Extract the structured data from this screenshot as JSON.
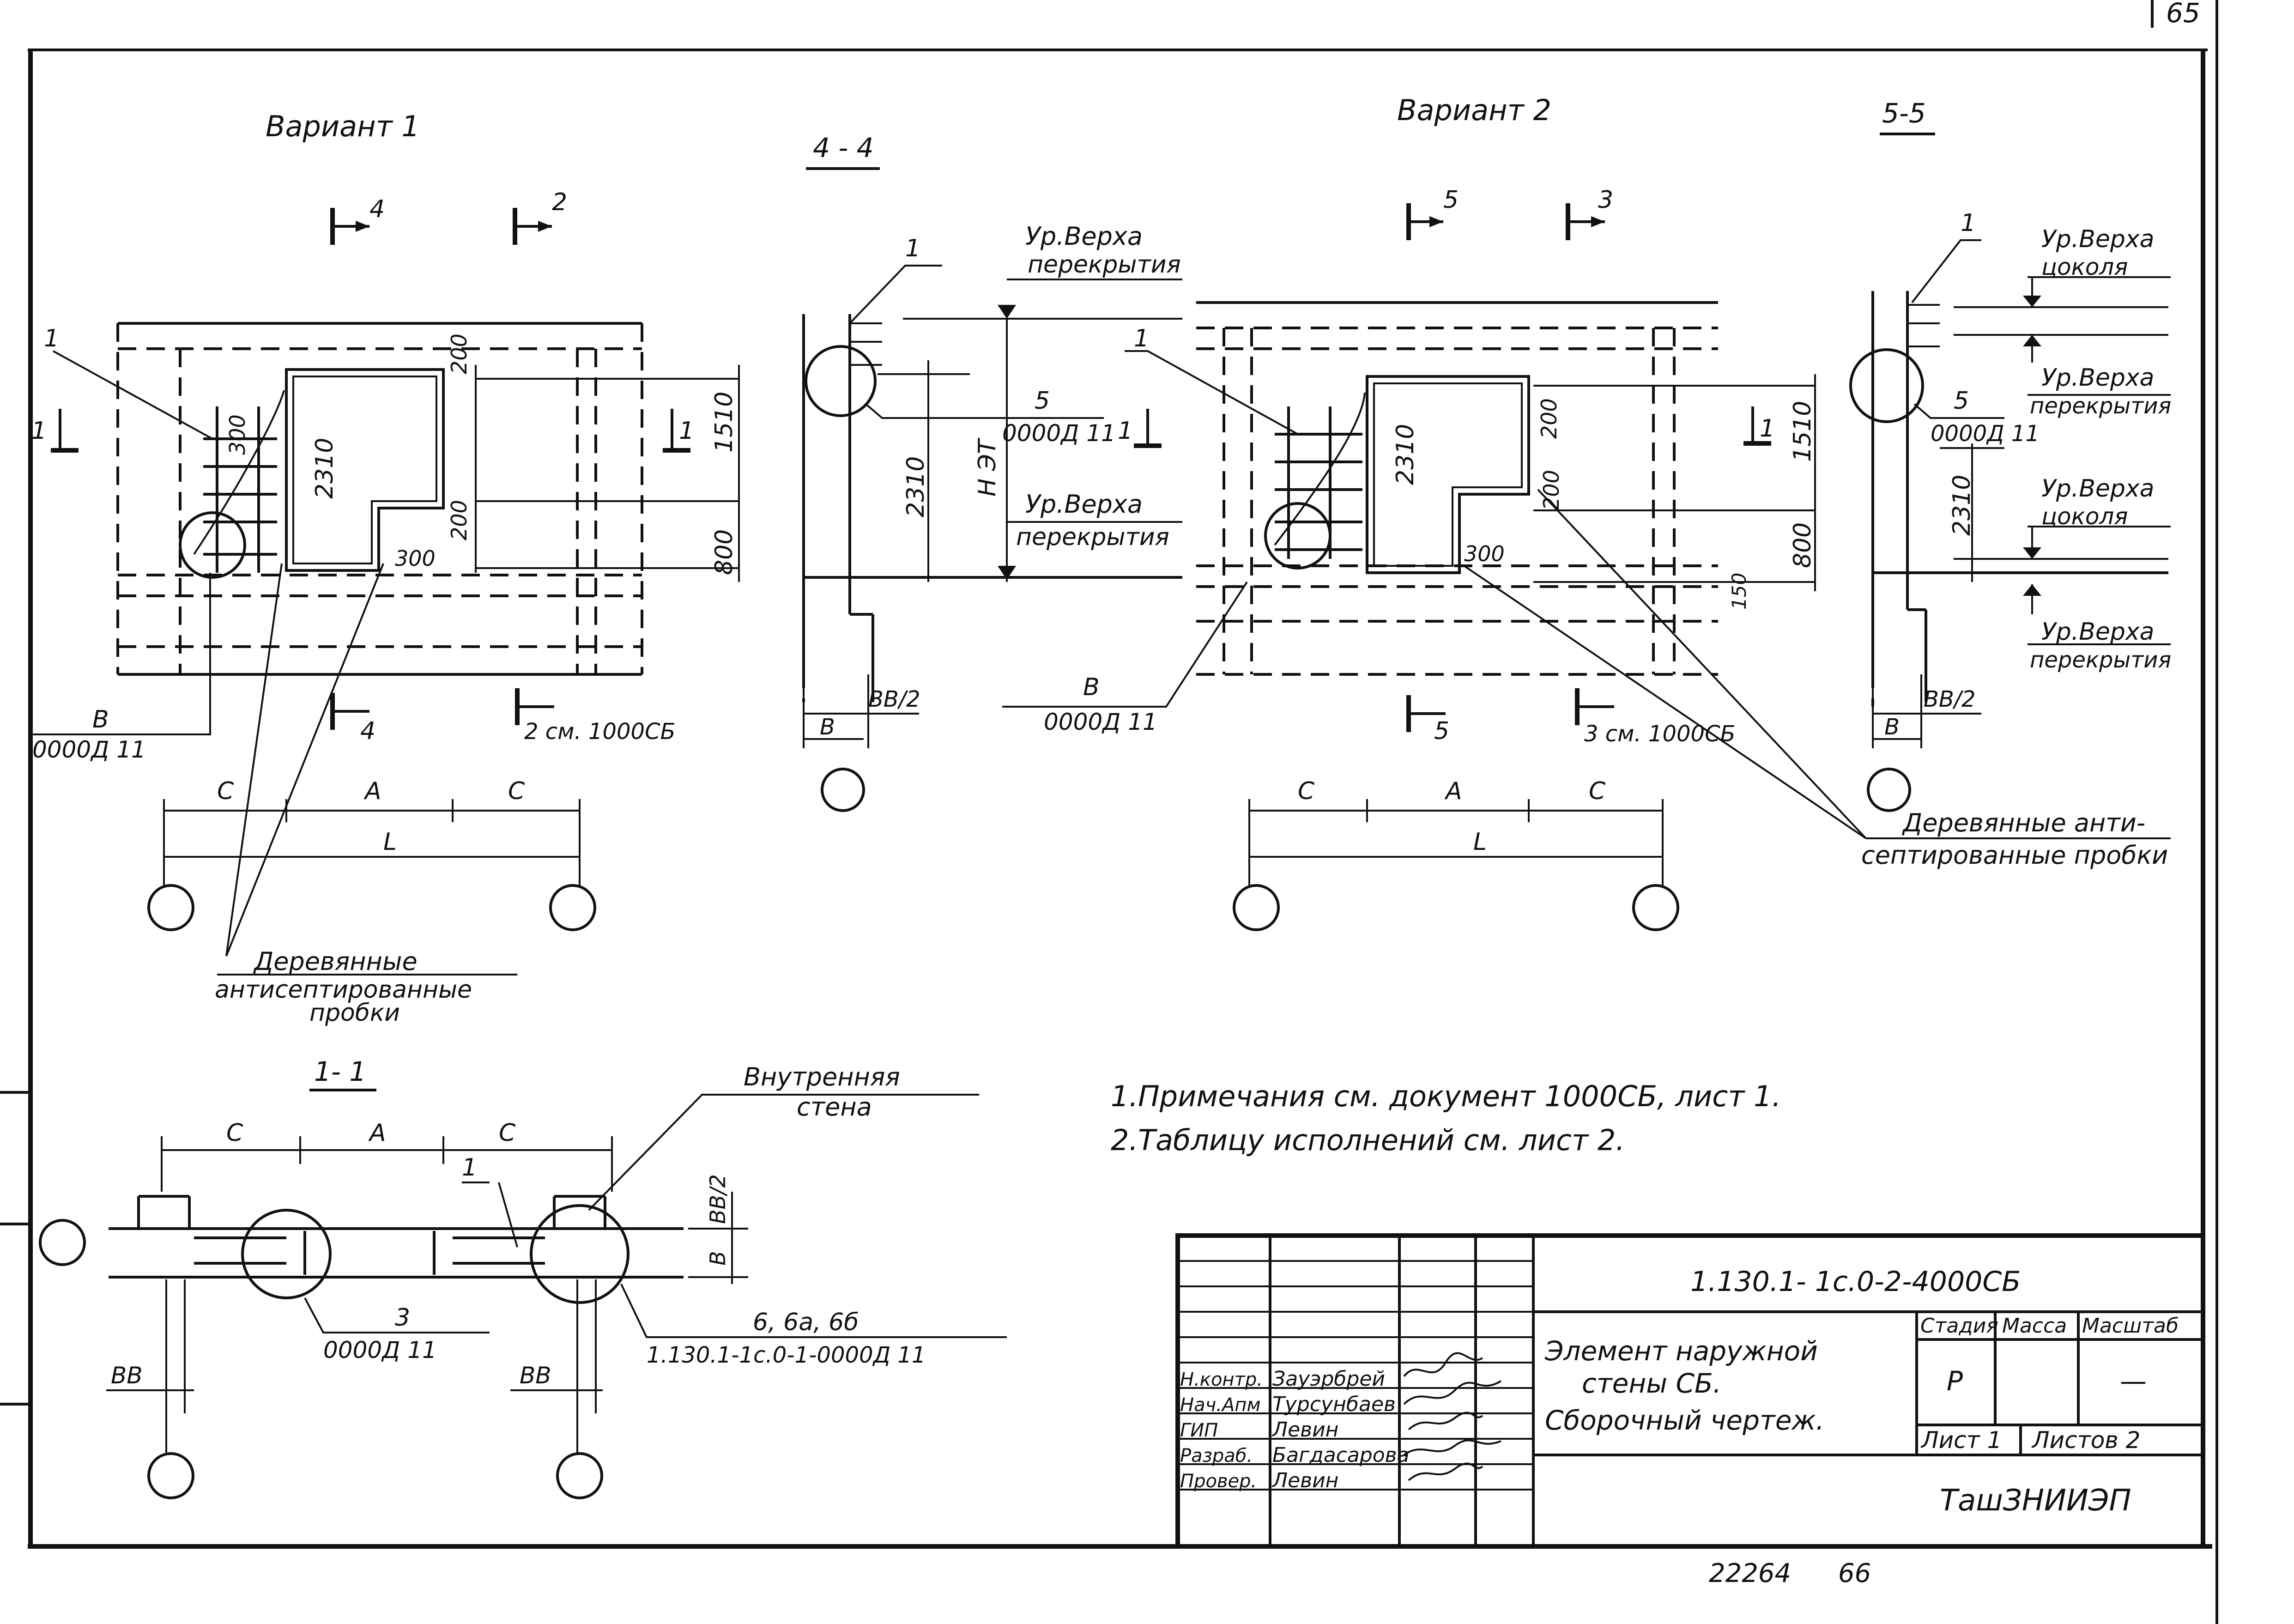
{
  "sheet": {
    "page_number": "65",
    "footer_code": "22264",
    "footer_page": "66"
  },
  "variant1": {
    "title": "Вариант 1",
    "cut_marks": [
      "4",
      "2",
      "1",
      "1",
      "4",
      "2 см. 1000СБ"
    ],
    "dims": {
      "d200a": "200",
      "d200b": "200",
      "d300a": "300",
      "d300b": "300",
      "d2310": "2310",
      "d1510": "1510",
      "d800": "800",
      "c1": "С",
      "a": "А",
      "c2": "С",
      "l": "L"
    },
    "leader_1": "1",
    "callout_v": {
      "top": "В",
      "bottom": "0000Д 11"
    },
    "plugs": [
      "Деревянные",
      "антисептированные",
      "пробки"
    ]
  },
  "section44": {
    "title": "4 - 4",
    "leader_1": "1",
    "level_top": [
      "Ур.Верха",
      "перекрытия"
    ],
    "callout_5": {
      "top": "5",
      "bottom": "0000Д 11"
    },
    "d2310": "2310",
    "h_et": "Н ЭТ",
    "level_bottom": [
      "Ур.Верха",
      "перекрытия"
    ],
    "callout_v": {
      "top": "В",
      "bottom": "0000Д 11"
    },
    "vv2": "ВВ/2",
    "v": "В"
  },
  "variant2": {
    "title": "Вариант 2",
    "cut_marks": [
      "5",
      "3",
      "1",
      "1",
      "5",
      "3 см. 1000СБ"
    ],
    "dims": {
      "d200a": "200",
      "d200b": "200",
      "d300": "300",
      "d2310": "2310",
      "d1510": "1510",
      "d800": "800",
      "d150": "150",
      "c1": "С",
      "a": "А",
      "c2": "С",
      "l": "L"
    },
    "leader_1": "1"
  },
  "section55": {
    "title": "5-5",
    "leader_1": "1",
    "level1": [
      "Ур.Верха",
      "цоколя"
    ],
    "level2": [
      "Ур.Верха",
      "перекрытия"
    ],
    "callout_5": {
      "top": "5",
      "bottom": "0000Д 11"
    },
    "d2310": "2310",
    "level3": [
      "Ур.Верха",
      "цоколя"
    ],
    "level4": [
      "Ур.Верха",
      "перекрытия"
    ],
    "vv2": "ВВ/2",
    "v": "В",
    "plugs": [
      "Деревянные анти-",
      "септированные пробки"
    ]
  },
  "section11": {
    "title": "1- 1",
    "dims": {
      "c1": "С",
      "a": "А",
      "c2": "С",
      "vv2": "ВВ/2",
      "v": "В",
      "vv_l": "ВВ",
      "vv_r": "ВВ"
    },
    "leader_1": "1",
    "inner_wall": [
      "Внутренняя",
      "стена"
    ],
    "callout_3": {
      "top": "3",
      "bottom": "0000Д 11"
    },
    "callout_6": {
      "top": "6, 6а, 6б",
      "bottom": "1.130.1-1с.0-1-0000Д 11"
    }
  },
  "notes": [
    "1.Примечания см. документ 1000СБ, лист 1.",
    "2.Таблицу исполнений см. лист 2."
  ],
  "title_block": {
    "doc_code": "1.130.1- 1с.0-2-4000СБ",
    "name": [
      "Элемент наружной",
      "стены СБ.",
      "Сборочный чертеж."
    ],
    "headers": {
      "stage": "Стадия",
      "mass": "Масса",
      "scale": "Масштаб"
    },
    "stage_value": "Р",
    "scale_value": "—",
    "sheet_label": "Лист 1",
    "sheets_label": "Листов 2",
    "org": "ТашЗНИИЭП",
    "roles": [
      {
        "role": "Н.контр.",
        "name": "Зауэрбрей"
      },
      {
        "role": "Нач.Апм",
        "name": "Турсунбаев"
      },
      {
        "role": "ГИП",
        "name": "Левин"
      },
      {
        "role": "Разраб.",
        "name": "Багдасарова"
      },
      {
        "role": "Провер.",
        "name": "Левин"
      }
    ]
  }
}
